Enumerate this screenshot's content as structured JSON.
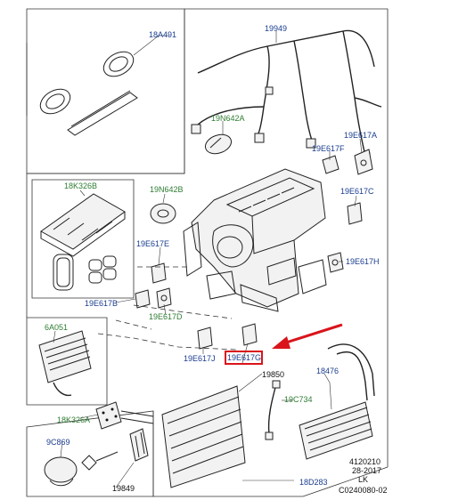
{
  "diagram": {
    "colors": {
      "label_blue": "#1a3d8f",
      "label_green": "#2e7d32",
      "highlight_red": "#d9141b"
    },
    "labels": {
      "p18a491": "18A491",
      "p19949": "19949",
      "p19n642a": "19N642A",
      "p19e617f": "19E617F",
      "p19e617a": "19E617A",
      "p18k326b": "18K326B",
      "p19n642b": "19N642B",
      "p19e617c": "19E617C",
      "p19e617e": "19E617E",
      "p19e617h": "19E617H",
      "p19e617b": "19E617B",
      "p19e617d": "19E617D",
      "p6a051": "6A051",
      "p19e617j": "19E617J",
      "p19e617g": "19E617G",
      "p19850": "19850",
      "p18476": "18476",
      "p19c734": "19C734",
      "p18k326a": "18K326A",
      "p9c869": "9C869",
      "p19849": "19849",
      "p18d283": "18D283"
    },
    "footer": {
      "code": "4120210",
      "date": "28-2017",
      "region": "LK",
      "ref": "C0240080-02"
    }
  }
}
